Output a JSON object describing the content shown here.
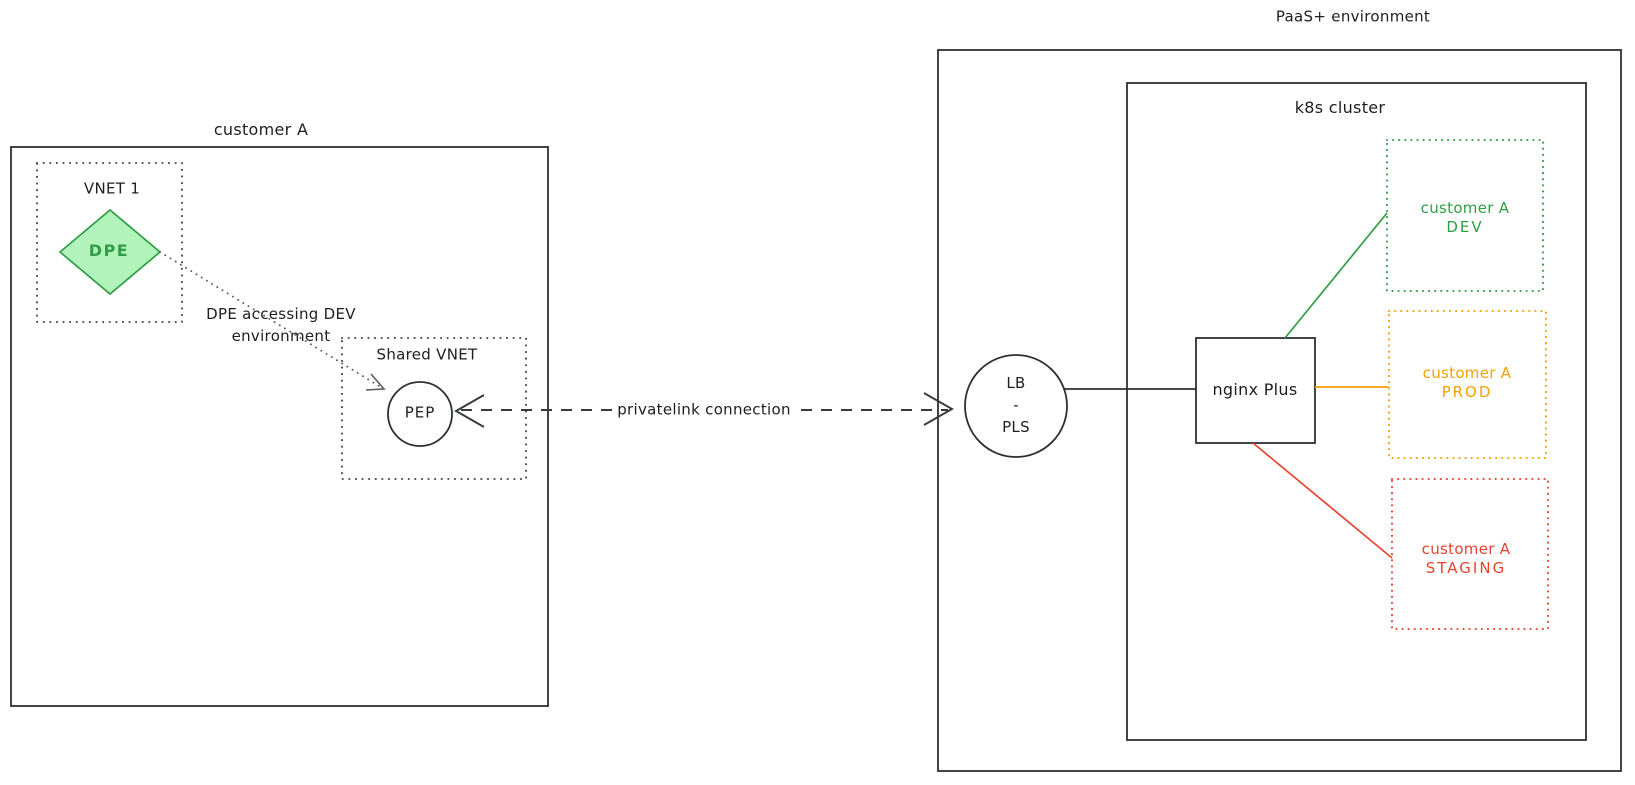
{
  "customer_environment": {
    "title": "customer A",
    "vnet1_label": "VNET 1",
    "dpe_label": "DPE",
    "access_note_line1": "DPE accessing DEV",
    "access_note_line2": "environment",
    "shared_vnet_label": "Shared VNET",
    "pep_label": "PEP"
  },
  "connection": {
    "privatelink_label": "privatelink connection"
  },
  "paas_environment": {
    "title": "PaaS+ environment",
    "lb_pls": {
      "line1": "LB",
      "line2": "-",
      "line3": "PLS"
    },
    "k8s_cluster": {
      "label": "k8s cluster",
      "nginx_label": "nginx Plus",
      "environments": [
        {
          "customer": "customer A",
          "stage": "DEV",
          "color": "#2f9e44"
        },
        {
          "customer": "customer A",
          "stage": "PROD",
          "color": "#f59f00"
        },
        {
          "customer": "customer A",
          "stage": "STAGING",
          "color": "#e8432e"
        }
      ]
    }
  },
  "colors": {
    "stroke_dark": "#2f2f2f",
    "dotted_gray": "#4a4a4a",
    "dev_green": "#2f9e44",
    "dpe_fill_green": "#b2f2bb",
    "prod_orange": "#f59f00",
    "staging_red": "#e8432e"
  }
}
